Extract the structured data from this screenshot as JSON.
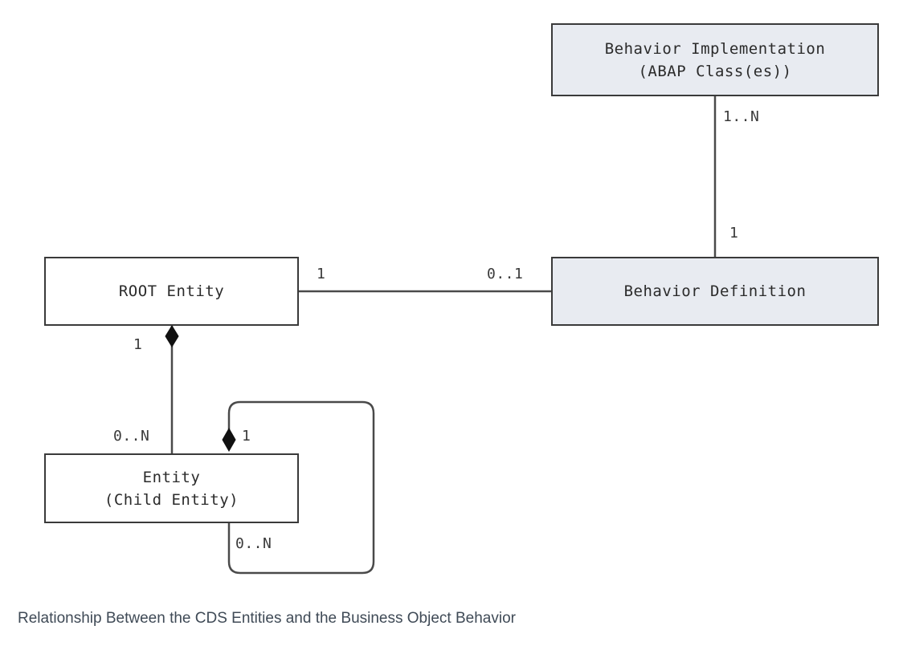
{
  "diagram": {
    "type": "uml-class-relationship",
    "caption": "Relationship Between the CDS Entities and the Business Object Behavior",
    "colors": {
      "box_fill_shaded": "#e8ebf1",
      "box_fill_plain": "#ffffff",
      "border": "#3a3a3a",
      "line": "#4a4a4a",
      "caption_text": "#3f4a56",
      "box_text": "#2b2b2b"
    },
    "nodes": [
      {
        "id": "behavior-implementation",
        "lines": [
          "Behavior Implementation",
          "(ABAP Class(es))"
        ],
        "line1": "Behavior Implementation",
        "line2": "(ABAP Class(es))",
        "fill": "shaded"
      },
      {
        "id": "behavior-definition",
        "lines": [
          "Behavior Definition"
        ],
        "line1": "Behavior Definition",
        "fill": "shaded"
      },
      {
        "id": "root-entity",
        "lines": [
          "ROOT Entity"
        ],
        "line1": "ROOT Entity",
        "fill": "plain"
      },
      {
        "id": "child-entity",
        "lines": [
          "Entity",
          "(Child Entity)"
        ],
        "line1": "Entity",
        "line2": "(Child Entity)",
        "fill": "plain"
      }
    ],
    "edges": [
      {
        "id": "impl-to-def",
        "from": "behavior-implementation",
        "to": "behavior-definition",
        "kind": "association",
        "source_multiplicity": "1..N",
        "target_multiplicity": "1"
      },
      {
        "id": "root-to-def",
        "from": "root-entity",
        "to": "behavior-definition",
        "kind": "association",
        "source_multiplicity": "1",
        "target_multiplicity": "0..1"
      },
      {
        "id": "root-to-child",
        "from": "root-entity",
        "to": "child-entity",
        "kind": "composition",
        "source_multiplicity": "1",
        "target_multiplicity": "0..N"
      },
      {
        "id": "child-self",
        "from": "child-entity",
        "to": "child-entity",
        "kind": "composition-self-loop",
        "source_multiplicity": "1",
        "target_multiplicity": "0..N"
      }
    ]
  }
}
